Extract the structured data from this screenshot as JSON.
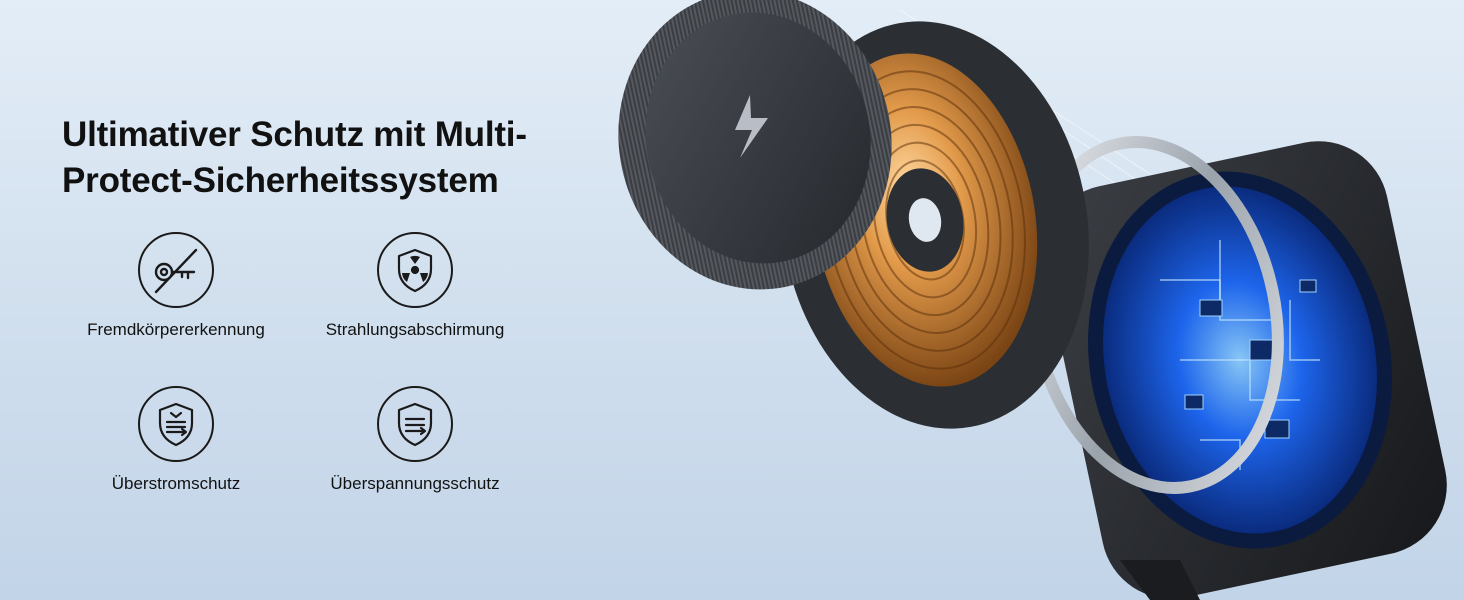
{
  "headline": "Ultimativer Schutz mit Multi-Protect-Sicherheitssystem",
  "features": [
    {
      "label": "Fremdkörpererkennung",
      "icon": "key-forbidden-icon"
    },
    {
      "label": "Strahlungsabschirmung",
      "icon": "radiation-shield-icon"
    },
    {
      "label": "Überstromschutz",
      "icon": "current-shield-icon"
    },
    {
      "label": "Überspannungsschutz",
      "icon": "voltage-shield-icon"
    }
  ],
  "colors": {
    "background": "#d8e4f0",
    "text": "#111111",
    "coil": "#c9823a",
    "circuit": "#2f7bff",
    "pad": "#3a3d42"
  }
}
